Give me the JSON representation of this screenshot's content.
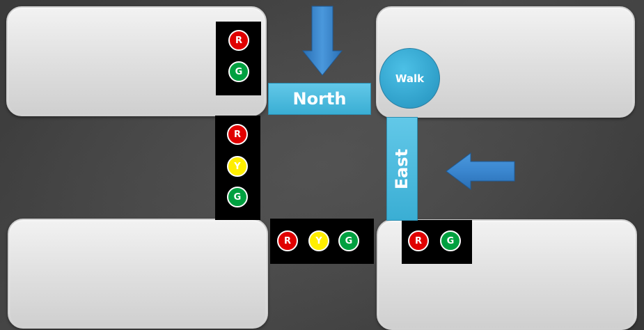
{
  "roads": {
    "north": "North",
    "east": "East"
  },
  "walk_button": "Walk",
  "lamps": {
    "red": "R",
    "yellow": "Y",
    "green": "G"
  },
  "colors": {
    "background": "#3e3e3e",
    "block": "#e4e4e4",
    "road_label": "#3aaed4",
    "arrow": "#3a86cf",
    "red": "#e00000",
    "yellow": "#ffee00",
    "green": "#00a040"
  },
  "signals": [
    {
      "id": "north-west",
      "lamps": [
        "red",
        "green"
      ]
    },
    {
      "id": "west",
      "lamps": [
        "red",
        "yellow",
        "green"
      ]
    },
    {
      "id": "south",
      "lamps": [
        "red",
        "yellow",
        "green"
      ]
    },
    {
      "id": "south-east",
      "lamps": [
        "red",
        "green"
      ]
    }
  ],
  "arrows": [
    {
      "name": "southbound-traffic-arrow",
      "direction": "down"
    },
    {
      "name": "westbound-traffic-arrow",
      "direction": "left"
    }
  ]
}
